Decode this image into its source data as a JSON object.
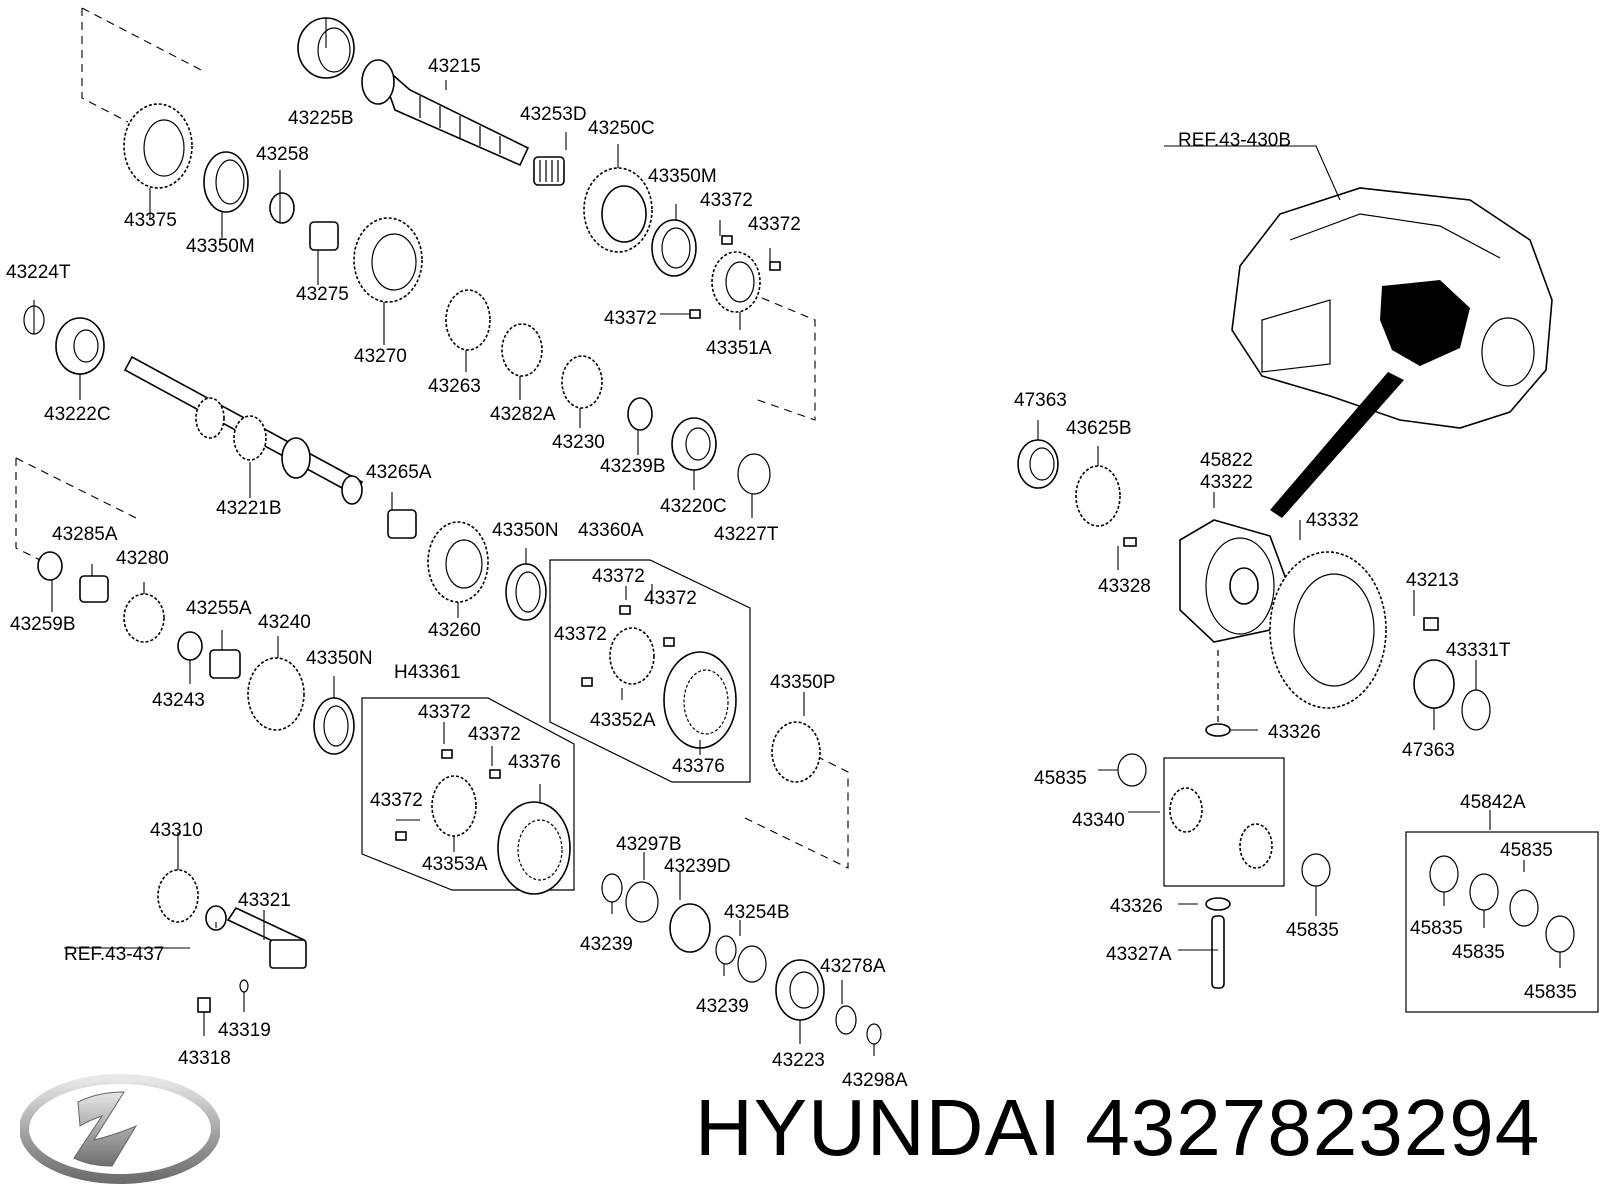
{
  "brand": {
    "name": "HYUNDAI",
    "part_number": "4327823294",
    "logo": "hyundai-logo"
  },
  "refs": {
    "transaxle": "REF.43-430B",
    "shift": "REF.43-437"
  },
  "labels": {
    "l43215": "43215",
    "l43225B": "43225B",
    "l43253D": "43253D",
    "l43250C": "43250C",
    "l43375": "43375",
    "l43258": "43258",
    "l43350M_a": "43350M",
    "l43350M_b": "43350M",
    "l43372_a": "43372",
    "l43372_b": "43372",
    "l43372_c": "43372",
    "l43351A": "43351A",
    "l43224T": "43224T",
    "l43275": "43275",
    "l43270": "43270",
    "l43263": "43263",
    "l43282A": "43282A",
    "l43230": "43230",
    "l43239B": "43239B",
    "l43220C": "43220C",
    "l43227T": "43227T",
    "l43222C": "43222C",
    "l43221B": "43221B",
    "l43265A": "43265A",
    "l43285A": "43285A",
    "l43280": "43280",
    "l43259B": "43259B",
    "l43255A": "43255A",
    "l43240": "43240",
    "l43243": "43243",
    "l43350N_a": "43350N",
    "l43350N_b": "43350N",
    "l43260": "43260",
    "l43360A": "43360A",
    "l43372_d": "43372",
    "l43372_e": "43372",
    "l43372_f": "43372",
    "l43352A": "43352A",
    "l43376_a": "43376",
    "l43350P": "43350P",
    "lH43361": "H43361",
    "l43372_g": "43372",
    "l43372_h": "43372",
    "l43376_b": "43376",
    "l43372_i": "43372",
    "l43353A": "43353A",
    "l43310": "43310",
    "l43321": "43321",
    "l43319": "43319",
    "l43318": "43318",
    "l43297B": "43297B",
    "l43239D": "43239D",
    "l43239_a": "43239",
    "l43254B": "43254B",
    "l43239_b": "43239",
    "l43278A": "43278A",
    "l43223": "43223",
    "l43298A": "43298A",
    "l47363_a": "47363",
    "l43625B": "43625B",
    "l45822": "45822",
    "l43322": "43322",
    "l43332": "43332",
    "l43328": "43328",
    "l43213": "43213",
    "l43331T": "43331T",
    "l47363_b": "47363",
    "l43326_a": "43326",
    "l45835_a": "45835",
    "l43340": "43340",
    "l43326_b": "43326",
    "l43327A": "43327A",
    "l45835_b": "45835",
    "l45842A": "45842A",
    "l45835_c": "45835",
    "l45835_d": "45835",
    "l45835_e": "45835",
    "l45835_f": "45835"
  }
}
